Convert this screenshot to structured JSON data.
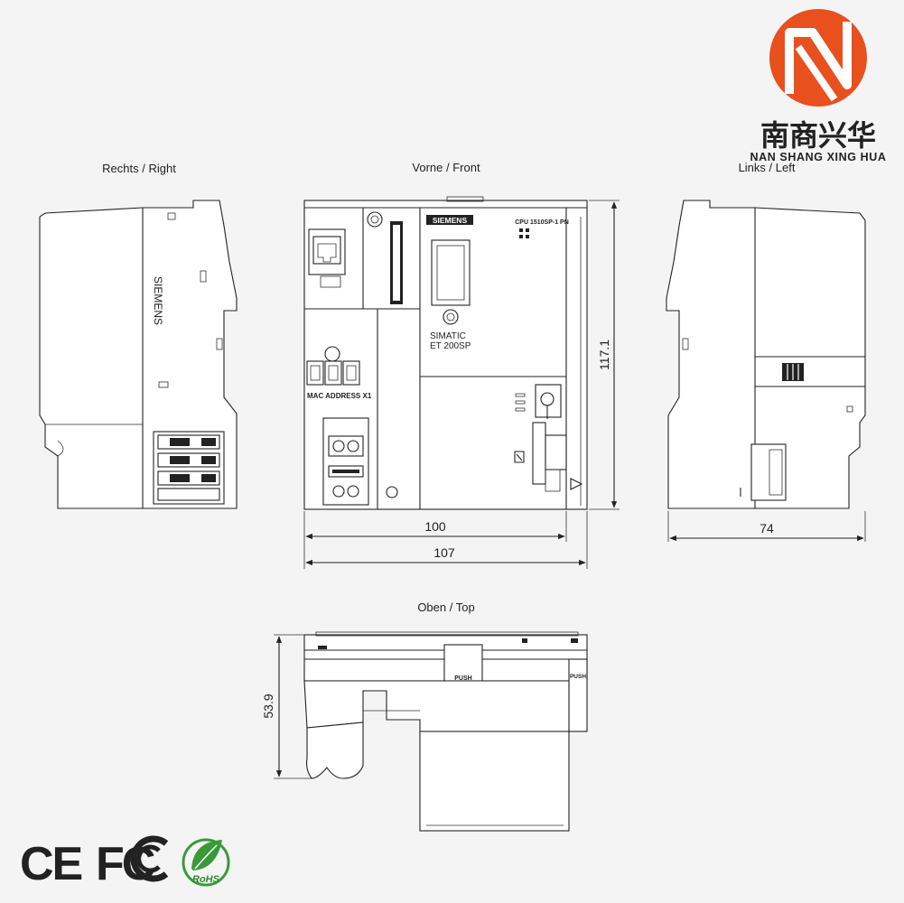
{
  "brand": {
    "name_cn": "南商兴华",
    "name_en": "NAN SHANG XING HUA",
    "logo_color": "#e8501e"
  },
  "views": {
    "right": "Rechts / Right",
    "front": "Vorne / Front",
    "left": "Links / Left",
    "top": "Oben / Top"
  },
  "dimensions": {
    "front_width": "100",
    "overall_width": "107",
    "height": "117.1",
    "depth": "74",
    "top_depth": "53.9"
  },
  "device": {
    "brand_plate": "SIEMENS",
    "side_brand": "SIEMENS",
    "model": "CPU 1510SP-1 PN",
    "series_line1": "SIMATIC",
    "series_line2": "ET 200SP",
    "mac": "MAC ADDRESS X1",
    "push": "PUSH"
  },
  "certifications": {
    "ce": "CE",
    "fcc": "FC",
    "rohs": "RoHS"
  }
}
